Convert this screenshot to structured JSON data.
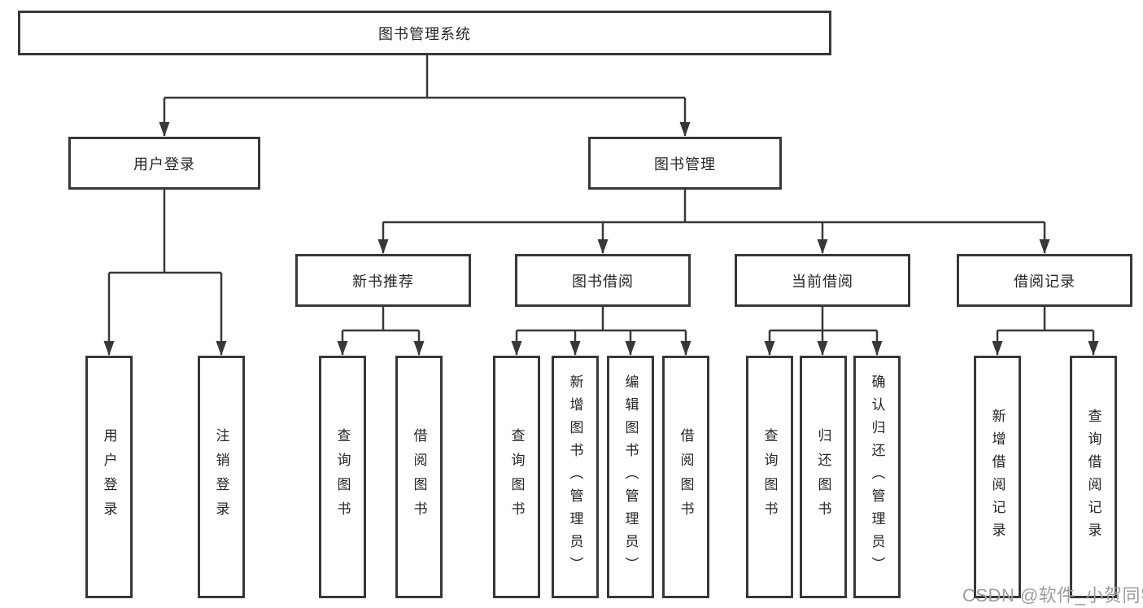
{
  "diagram": {
    "type": "tree",
    "root": {
      "label": "图书管理系统"
    },
    "branches": [
      {
        "label": "用户登录",
        "children": [
          "用户登录",
          "注销登录"
        ]
      },
      {
        "label": "图书管理",
        "children": [
          {
            "label": "新书推荐",
            "children": [
              "查询图书",
              "借阅图书"
            ]
          },
          {
            "label": "图书借阅",
            "children": [
              "查询图书",
              "新增图书（管理员）",
              "编辑图书（管理员）",
              "借阅图书"
            ]
          },
          {
            "label": "当前借阅",
            "children": [
              "查询图书",
              "归还图书",
              "确认归还（管理员）"
            ]
          },
          {
            "label": "借阅记录",
            "children": [
              "新增借阅记录",
              "查询借阅记录"
            ]
          }
        ]
      }
    ],
    "watermark": "CSDN @软件_小贺同学",
    "colors": {
      "line": "#383838",
      "box_border": "#383838",
      "text": "#262626",
      "watermark": "#9d9d9d",
      "background": "#ffffff"
    }
  }
}
